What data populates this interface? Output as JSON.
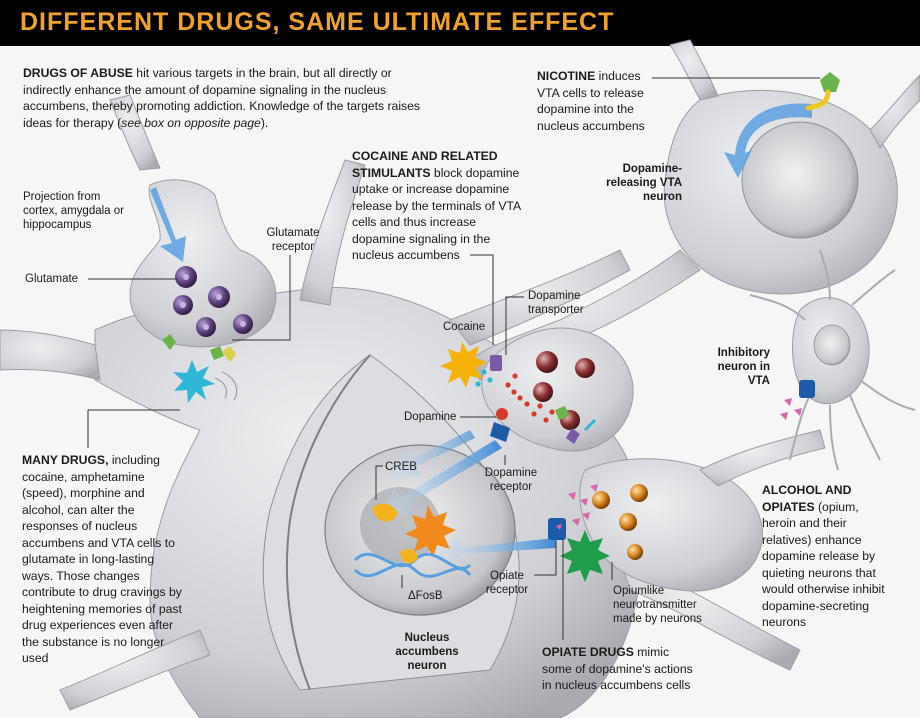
{
  "title": "DIFFERENT DRUGS, SAME ULTIMATE EFFECT",
  "intro": {
    "lead": "DRUGS OF ABUSE",
    "text_1": " hit various targets in the brain, but all directly or indirectly enhance the amount of dopamine signaling in the nucleus accumbens, thereby promoting addiction. Knowledge of the targets raises ideas for therapy (",
    "italic": "see box on opposite page",
    "text_2": ")."
  },
  "nicotine": {
    "lead": "NICOTINE",
    "text": " induces VTA cells to release dopamine into the nucleus accumbens"
  },
  "cocaine_stimulants": {
    "lead": "COCAINE AND RELATED STIMULANTS",
    "text": " block dopamine uptake or increase dopamine release by the terminals of VTA cells and thus increase dopamine signaling in the nucleus accumbens"
  },
  "many_drugs": {
    "lead": "MANY DRUGS,",
    "text": " including cocaine, amphetamine (speed), morphine and alcohol, can alter the responses of nucleus accumbens and VTA cells to glutamate in long-lasting ways. Those changes contribute to drug cravings by heightening memories of past drug experiences even after the substance is no longer used"
  },
  "alcohol_opiates": {
    "lead": "ALCOHOL AND OPIATES",
    "text": " (opium, heroin and their relatives) enhance dopamine release by quieting neurons that would otherwise inhibit dopamine-secreting neurons"
  },
  "opiate_drugs": {
    "lead": "OPIATE DRUGS",
    "text": " mimic some of dopamine's actions in nucleus accumbens cells"
  },
  "labels": {
    "projection": "Projection from cortex, amygdala or hippocampus",
    "glutamate": "Glutamate",
    "glutamate_receptor": "Glutamate receptor",
    "cocaine": "Cocaine",
    "dopamine_transporter": "Dopamine transporter",
    "dopamine": "Dopamine",
    "dopamine_receptor": "Dopamine receptor",
    "creb": "CREB",
    "delta_fosb": "ΔFosB",
    "opiate_receptor": "Opiate receptor",
    "opiumlike": "Opiumlike neurotransmitter made by neurons",
    "nucleus_accumbens_neuron": "Nucleus accumbens neuron",
    "vta_neuron": "Dopamine-releasing VTA neuron",
    "inhibitory_neuron": "Inhibitory neuron in VTA"
  },
  "colors": {
    "title_bar": "#000000",
    "title_text": "#f0a12a",
    "neuron_fill": "#d6d7da",
    "neuron_shadow": "#a9abb0",
    "arrow_blue": "#5aa0e0",
    "vesicle_purple": "#5a3f7a",
    "starburst_orange": "#f08a1c",
    "starburst_green": "#1f9e4a",
    "starburst_cyan": "#2fb7d8",
    "receptor_blue": "#1d5aa8",
    "opiate_pink": "#d46aa8"
  }
}
